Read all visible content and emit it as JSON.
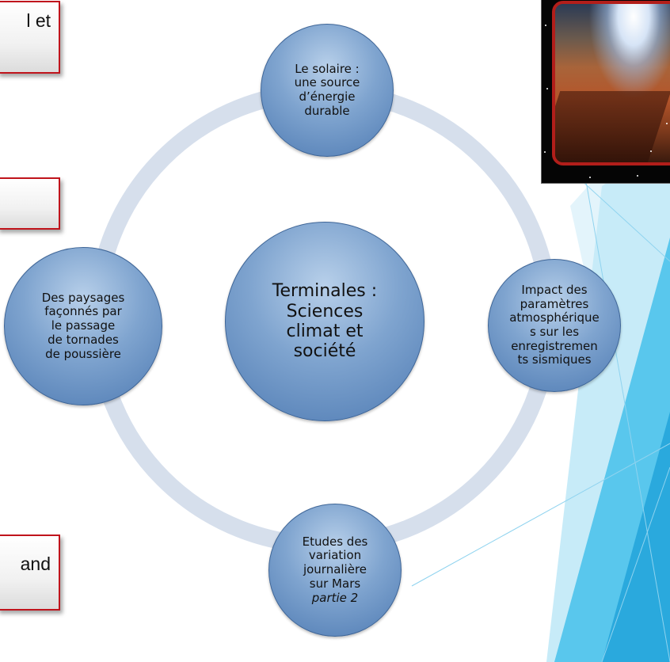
{
  "edge_boxes": {
    "top_fragment": "l et",
    "middle_fragment": "",
    "bottom_fragment": "and"
  },
  "cycle": {
    "center": "Terminales :\nSciences\nclimat et\nsociété",
    "nodes": {
      "top": "Le solaire :\nune source\nd’énergie\ndurable",
      "right": "Impact des\nparamètres\natmosphérique\ns sur les\nenregistremen\nts sismiques",
      "bottom": "Etudes des\nvariation\njournalière\nsur Mars",
      "bottom_emphasis": "partie 2",
      "left": "Des paysages\nfaçonnés par\nle passage\nde tornades\nde poussière"
    }
  },
  "colors": {
    "ring": "#d6dfec",
    "circle_dark": "#4f7bb3",
    "circle_light": "#b8d0ea",
    "box_border": "#c0141c",
    "accent_cyan": "#29b6e6",
    "accent_light": "#bfe6f7"
  },
  "image": {
    "subject": "mars-landscape-image"
  }
}
